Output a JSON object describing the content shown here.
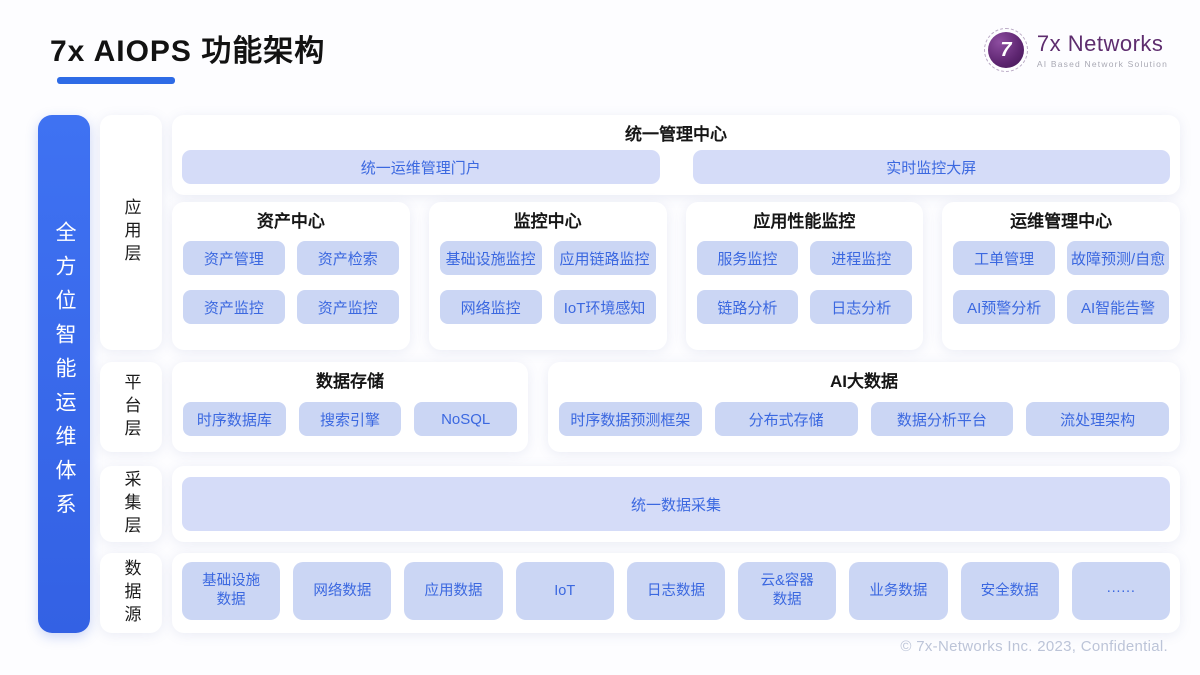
{
  "header": {
    "title": "7x AIOPS 功能架构",
    "logo": {
      "glyph": "7",
      "brand": "7x Networks",
      "tagline": "AI Based Network Solution"
    }
  },
  "side_banner": {
    "text": "全方位智能运维体系"
  },
  "layers": [
    {
      "label": "应用层"
    },
    {
      "label": "平台层"
    },
    {
      "label": "采集层"
    },
    {
      "label": "数据源"
    }
  ],
  "management": {
    "title": "统一管理中心",
    "pills": [
      "统一运维管理门户",
      "实时监控大屏"
    ]
  },
  "app_panels": [
    {
      "title": "资产中心",
      "pills": [
        "资产管理",
        "资产检索",
        "资产监控",
        "资产监控"
      ]
    },
    {
      "title": "监控中心",
      "pills": [
        "基础设施监控",
        "应用链路监控",
        "网络监控",
        "IoT环境感知"
      ]
    },
    {
      "title": "应用性能监控",
      "pills": [
        "服务监控",
        "进程监控",
        "链路分析",
        "日志分析"
      ]
    },
    {
      "title": "运维管理中心",
      "pills": [
        "工单管理",
        "故障预测/自愈",
        "AI预警分析",
        "AI智能告警"
      ]
    }
  ],
  "platform_panels": [
    {
      "title": "数据存储",
      "pills": [
        "时序数据库",
        "搜索引擎",
        "NoSQL"
      ]
    },
    {
      "title": "AI大数据",
      "pills": [
        "时序数据预测框架",
        "分布式存储",
        "数据分析平台",
        "流处理架构"
      ]
    }
  ],
  "collection": {
    "pill": "统一数据采集"
  },
  "datasource": {
    "pills": [
      "基础设施\n数据",
      "网络数据",
      "应用数据",
      "IoT",
      "日志数据",
      "云&容器\n数据",
      "业务数据",
      "安全数据",
      "······"
    ]
  },
  "footer": {
    "copyright": "© 7x-Networks Inc. 2023, Confidential."
  },
  "colors": {
    "accent_blue": "#2e6be6",
    "banner_blue": "#3a6cec",
    "pill_bg": "#cbd6f4",
    "pill_bg_large": "#d5dcf8",
    "pill_text": "#3b68e0",
    "logo_purple": "#5e2d6e"
  }
}
